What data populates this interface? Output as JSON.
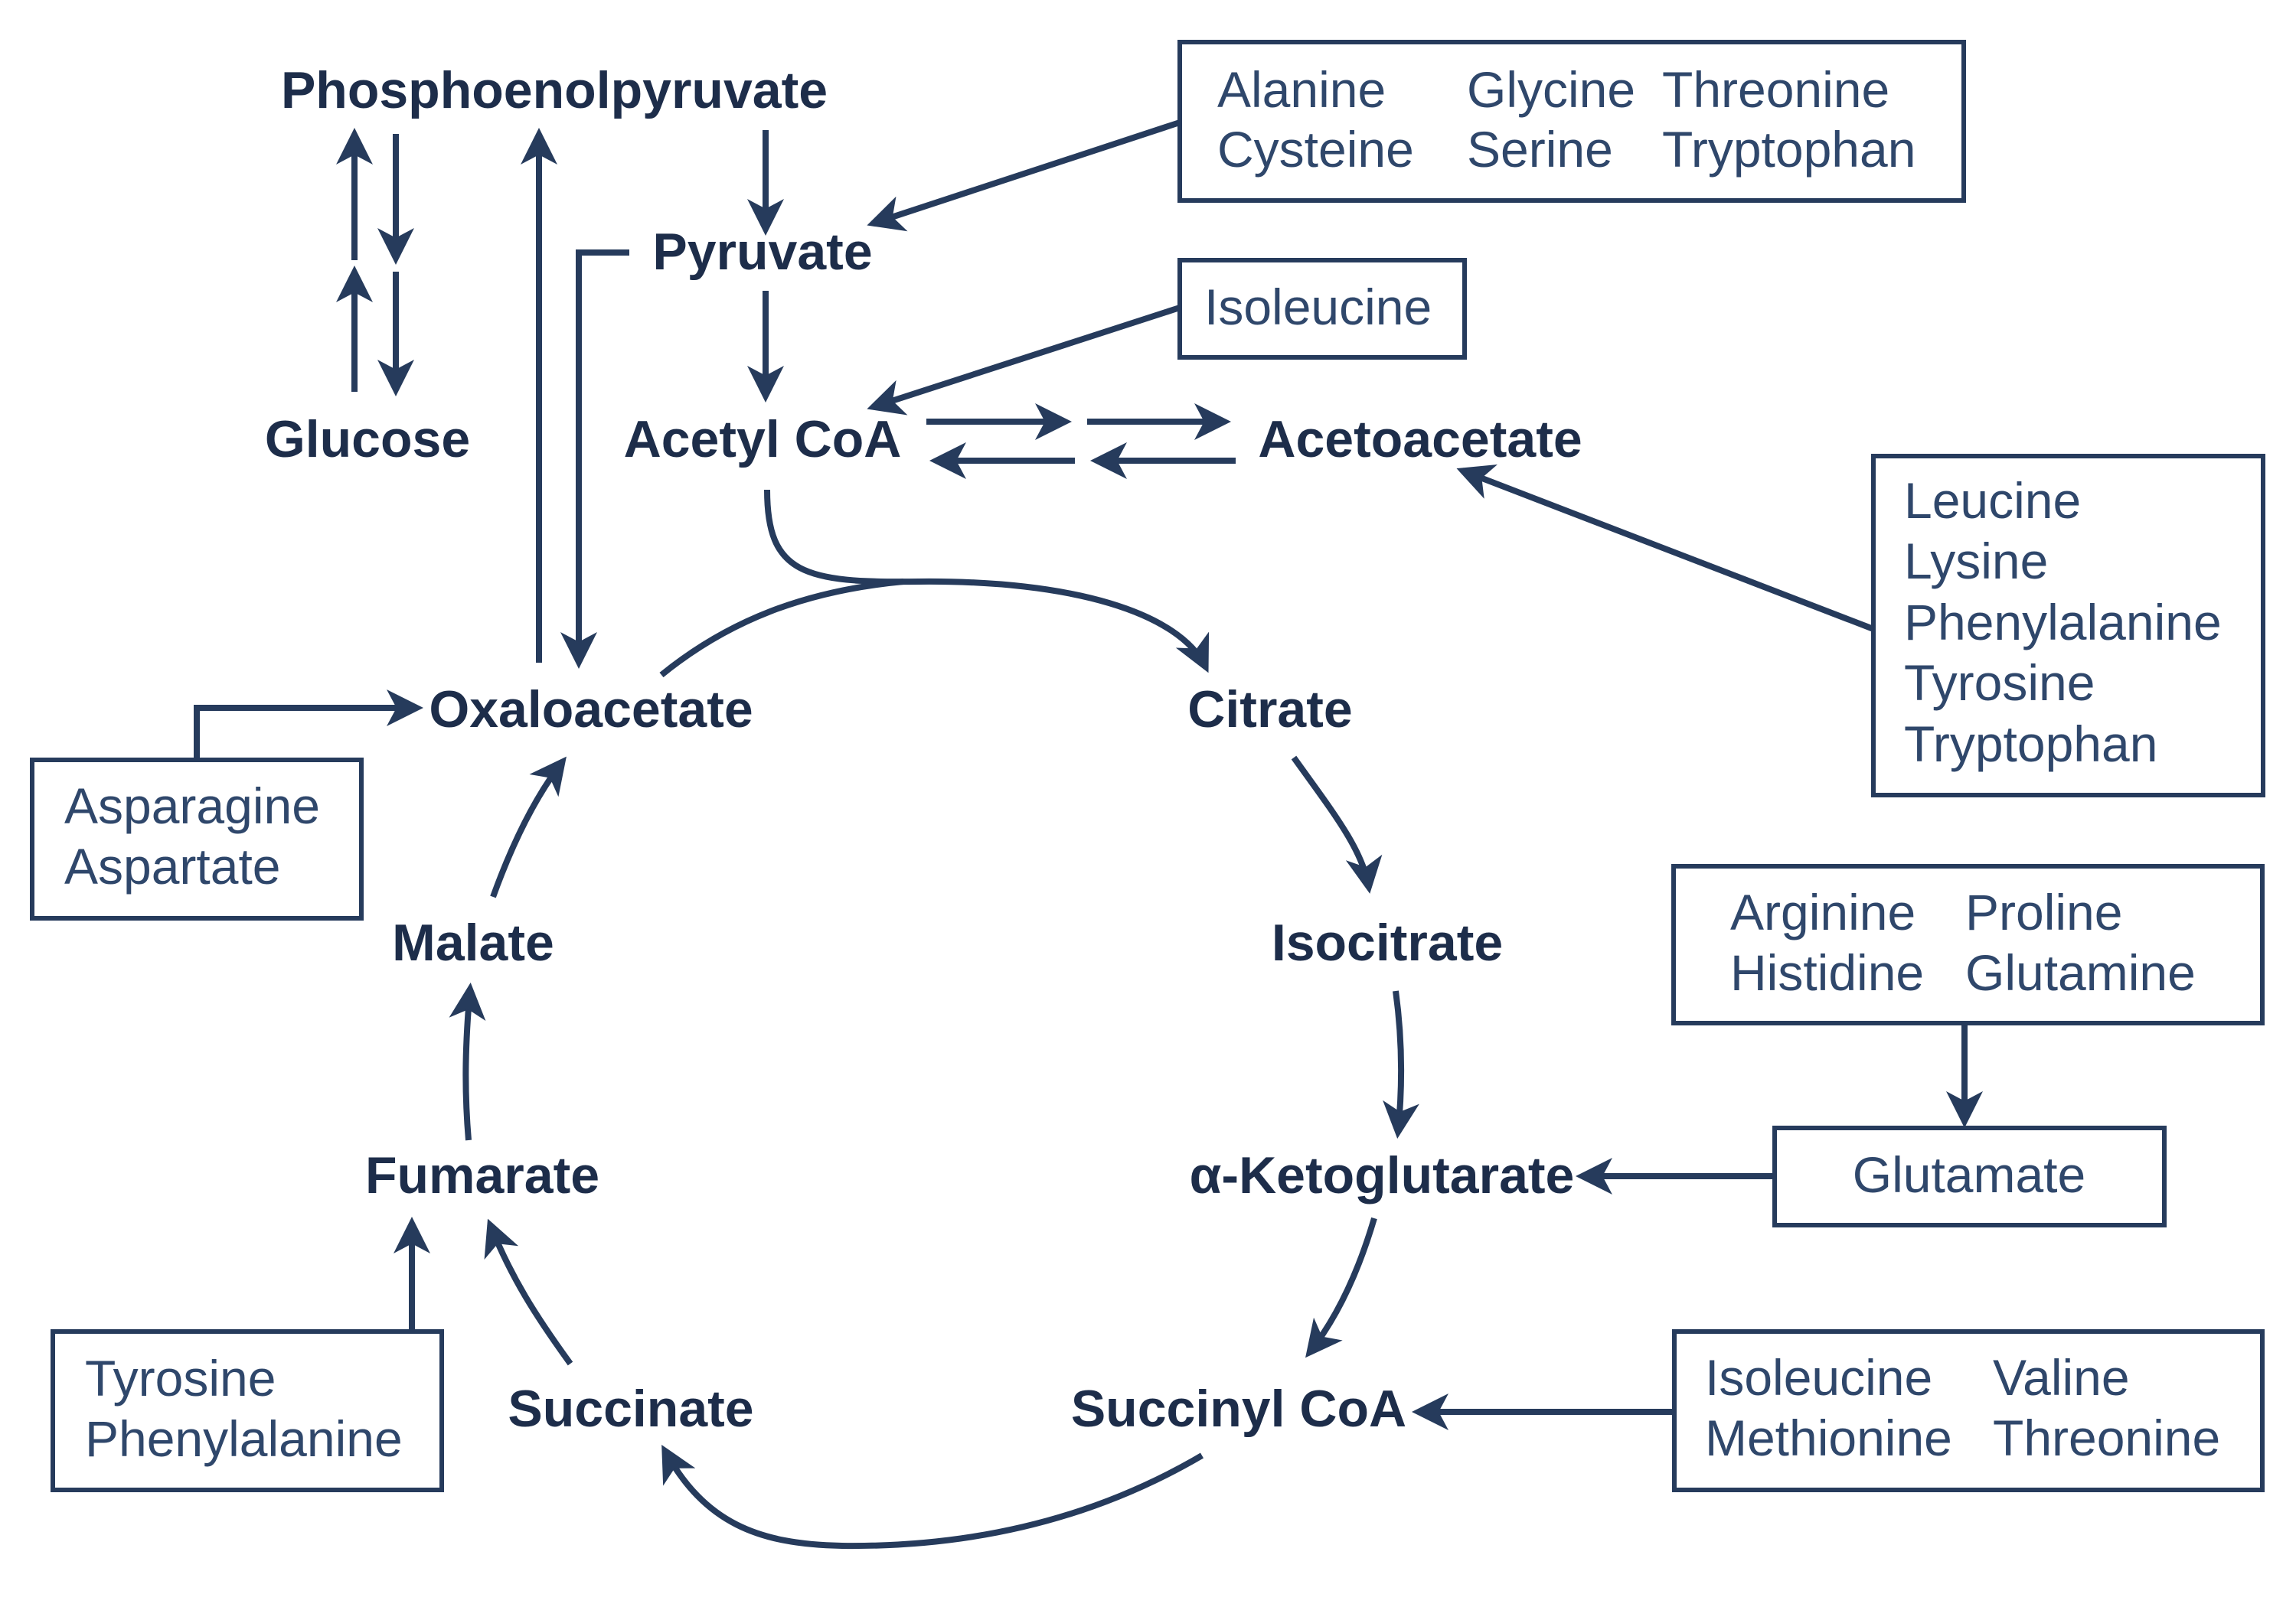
{
  "metabolites": {
    "phosphoenolpyruvate": "Phosphoenolpyruvate",
    "pyruvate": "Pyruvate",
    "glucose": "Glucose",
    "acetyl_coa": "Acetyl CoA",
    "acetoacetate": "Acetoacetate",
    "oxaloacetate": "Oxaloacetate",
    "citrate": "Citrate",
    "malate": "Malate",
    "isocitrate": "Isocitrate",
    "fumarate": "Fumarate",
    "alpha_ketoglutarate": "α-Ketoglutarate",
    "succinate": "Succinate",
    "succinyl_coa": "Succinyl CoA"
  },
  "amino_acid_boxes": {
    "to_pyruvate": [
      "Alanine",
      "Glycine",
      "Threonine",
      "Cysteine",
      "Serine",
      "Tryptophan"
    ],
    "to_acetyl_coa": [
      "Isoleucine"
    ],
    "to_acetoacetate": [
      "Leucine",
      "Lysine",
      "Phenylalanine",
      "Tyrosine",
      "Tryptophan"
    ],
    "to_oxaloacetate": [
      "Asparagine",
      "Aspartate"
    ],
    "to_glutamate": [
      "Arginine",
      "Proline",
      "Histidine",
      "Glutamine"
    ],
    "to_alpha_ketoglutarate": [
      "Glutamate"
    ],
    "to_fumarate": [
      "Tyrosine",
      "Phenylalanine"
    ],
    "to_succinyl_coa": [
      "Isoleucine",
      "Valine",
      "Methionine",
      "Threonine"
    ]
  },
  "colors": {
    "line": "#263b5c",
    "metabolite_text": "#1d2d4a",
    "amino_acid_text": "#2f476b"
  }
}
